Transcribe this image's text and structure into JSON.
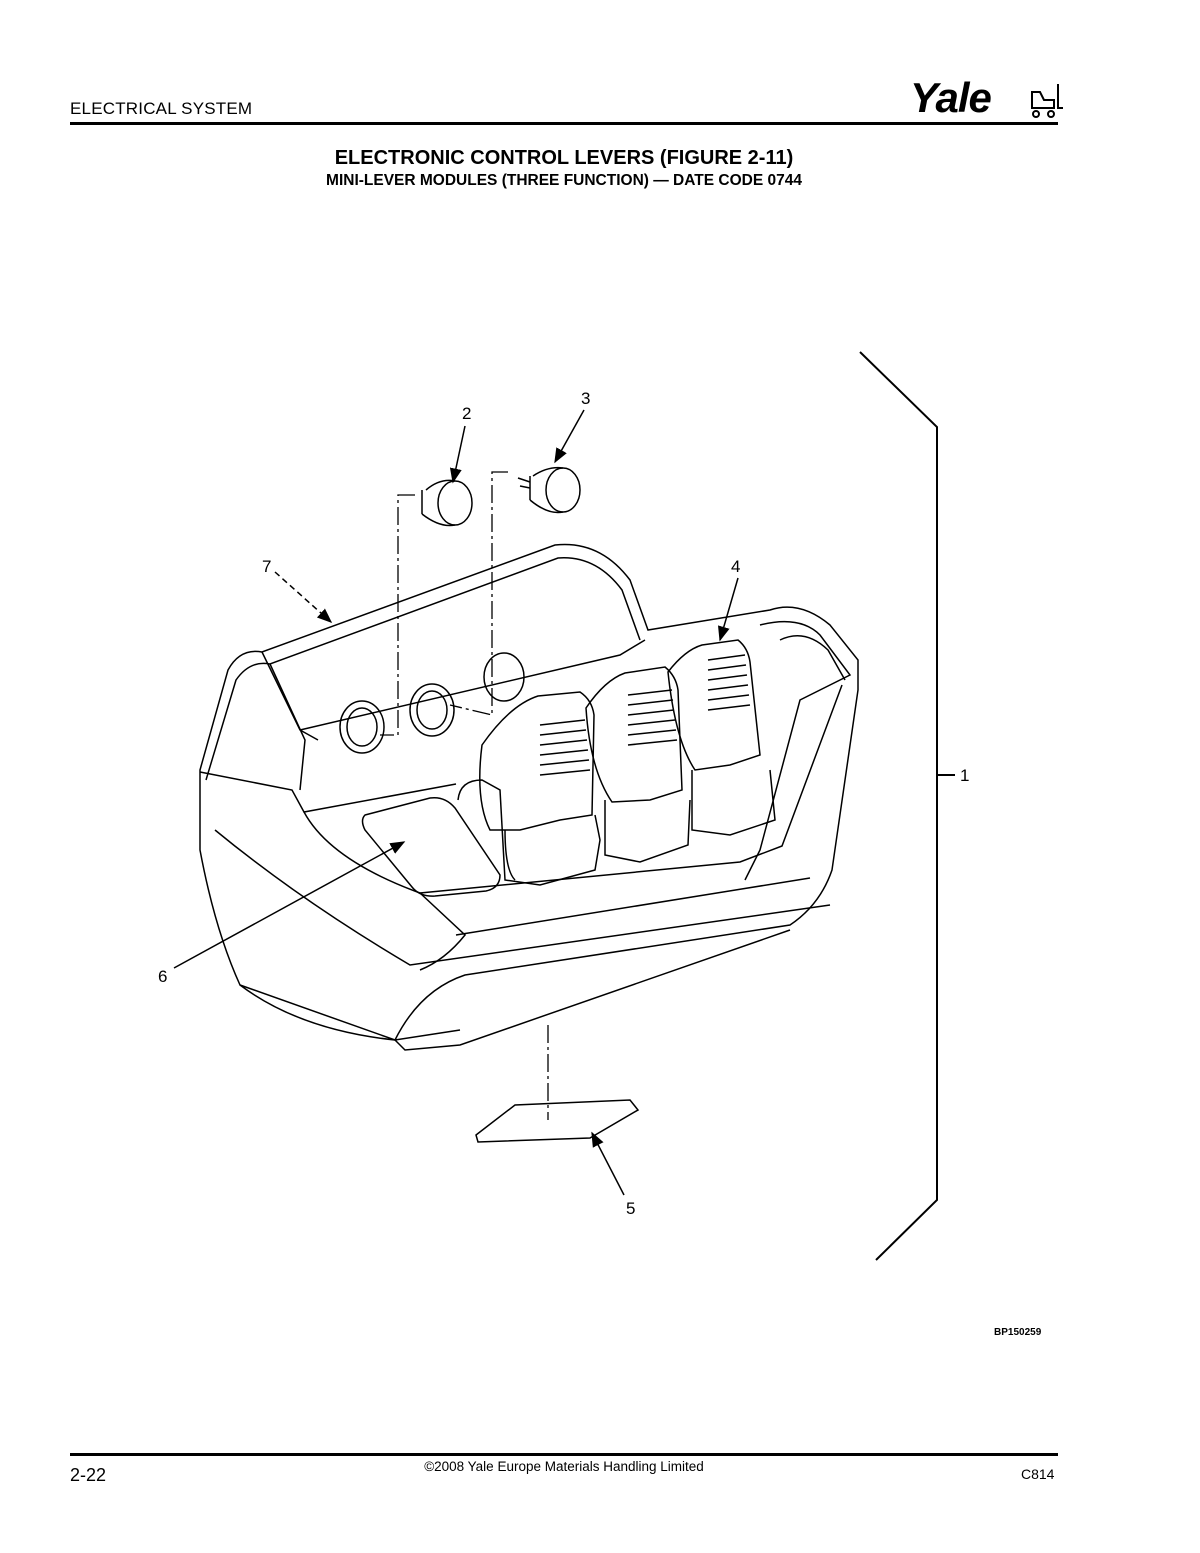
{
  "header": {
    "section_title": "ELECTRICAL SYSTEM",
    "logo_text": "Yale"
  },
  "figure": {
    "title": "ELECTRONIC CONTROL LEVERS (FIGURE 2-11)",
    "subtitle": "MINI-LEVER MODULES (THREE FUNCTION) — DATE CODE 0744",
    "callouts": [
      "1",
      "2",
      "3",
      "4",
      "5",
      "6",
      "7"
    ],
    "drawing_id": "BP150259"
  },
  "footer": {
    "page_number": "2-22",
    "copyright": "©2008 Yale Europe Materials Handling Limited",
    "doc_code": "C814"
  }
}
